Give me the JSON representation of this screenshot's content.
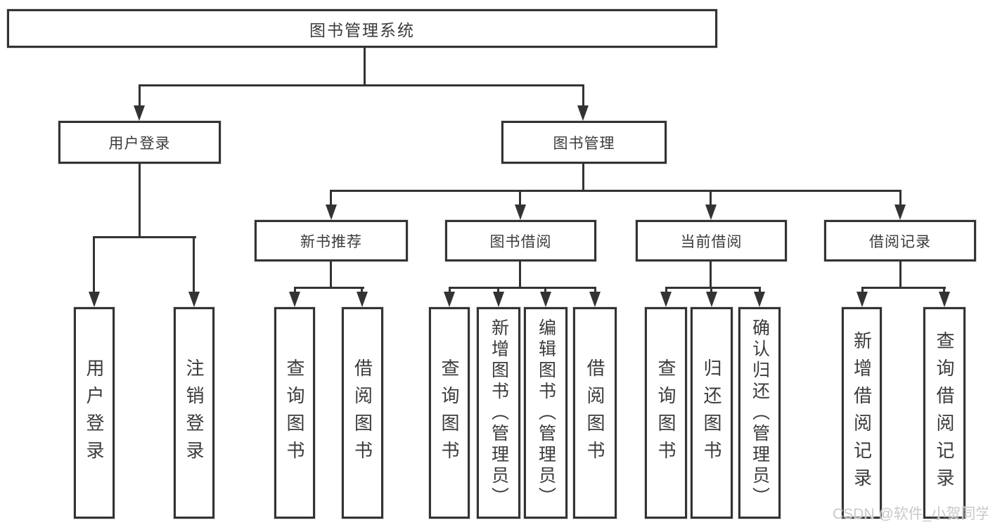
{
  "tree": {
    "label": "图书管理系统",
    "children": [
      {
        "label": "用户登录",
        "children": [
          {
            "label": "用户登录"
          },
          {
            "label": "注销登录"
          }
        ]
      },
      {
        "label": "图书管理",
        "children": [
          {
            "label": "新书推荐",
            "children": [
              {
                "label": "查询图书"
              },
              {
                "label": "借阅图书"
              }
            ]
          },
          {
            "label": "图书借阅",
            "children": [
              {
                "label": "查询图书"
              },
              {
                "label": "新增图书（管理员）"
              },
              {
                "label": "编辑图书（管理员）"
              },
              {
                "label": "借阅图书"
              }
            ]
          },
          {
            "label": "当前借阅",
            "children": [
              {
                "label": "查询图书"
              },
              {
                "label": "归还图书"
              },
              {
                "label": "确认归还（管理员）"
              }
            ]
          },
          {
            "label": "借阅记录",
            "children": [
              {
                "label": "新增借阅记录"
              },
              {
                "label": "查询借阅记录"
              }
            ]
          }
        ]
      }
    ]
  },
  "watermark": {
    "text": "CSDN @软件_小贺同学"
  },
  "colors": {
    "line": "#333333",
    "box_border": "#333333",
    "text": "#3b3b3b",
    "watermark": "#c9c9c9",
    "background": "#ffffff"
  }
}
